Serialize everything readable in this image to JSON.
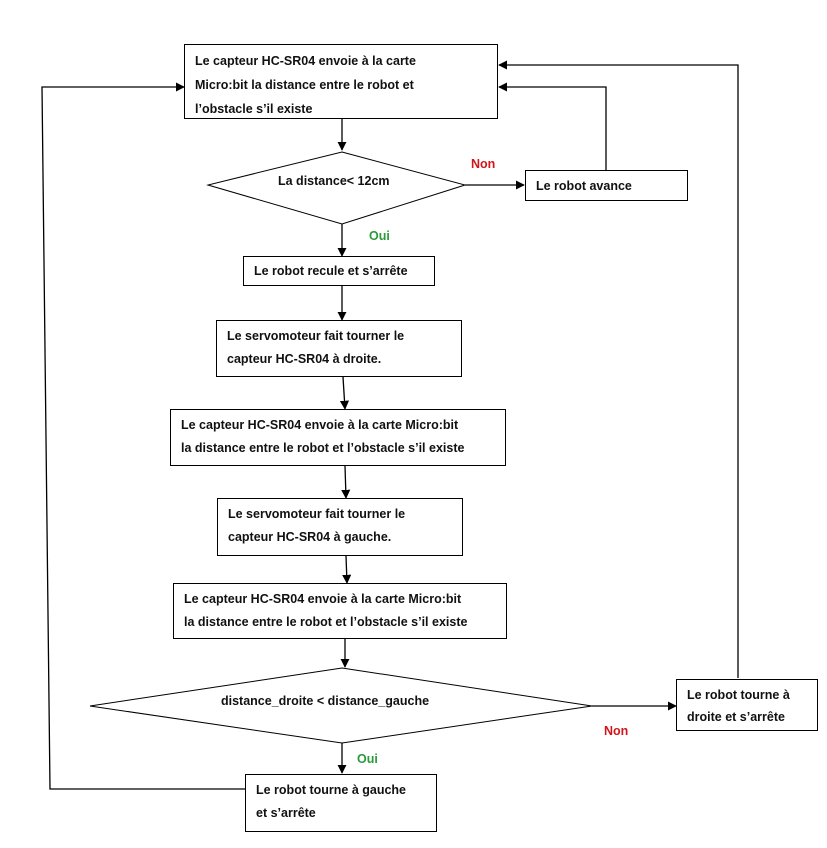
{
  "nodes": {
    "sense_initial": "Le capteur HC-SR04 envoie à la carte\nMicro:bit la distance entre le robot et\nl’obstacle s’il existe",
    "decision_distance": "La distance< 12cm",
    "robot_avance": "Le robot avance",
    "robot_recule": "Le robot recule et  s’arrête",
    "servo_droite": "Le servomoteur fait tourner le\ncapteur HC-SR04 à droite.",
    "sense_droite": "Le capteur HC-SR04 envoie à la carte Micro:bit\nla distance entre le robot et l’obstacle s’il existe",
    "servo_gauche": "Le servomoteur fait tourner le\ncapteur HC-SR04 à gauche.",
    "sense_gauche": "Le capteur HC-SR04 envoie à la carte Micro:bit\nla distance entre le robot et l’obstacle s’il existe",
    "decision_compare": "distance_droite < distance_gauche",
    "tourne_droite": "Le robot tourne à\ndroite et s’arrête",
    "tourne_gauche": "Le robot tourne à gauche\net s’arrête"
  },
  "labels": {
    "non_1": "Non",
    "oui_1": "Oui",
    "non_2": "Non",
    "oui_2": "Oui"
  },
  "colors": {
    "no": "#d0161b",
    "yes": "#2a9a3a",
    "line": "#000000"
  }
}
